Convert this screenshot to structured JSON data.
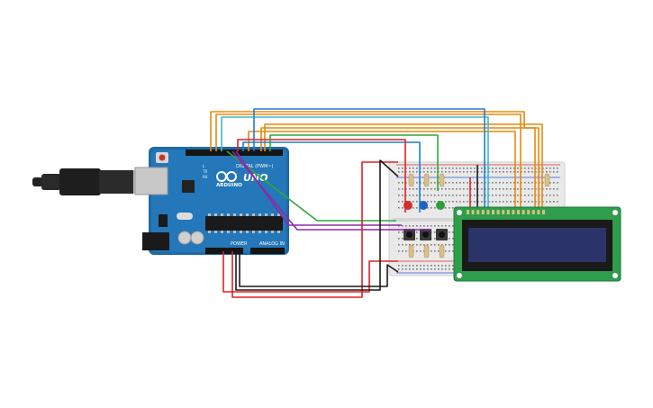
{
  "arduino": {
    "brand": "ARDUINO",
    "model": "UNO",
    "digital_header_label": "DIGITAL (PWM~)",
    "power_header_label": "POWER",
    "analog_header_label": "ANALOG IN",
    "tx_label": "TX",
    "rx_label": "RX",
    "l_label": "L"
  },
  "components": {
    "leds": [
      {
        "color_name": "red",
        "color": "#d32f2f"
      },
      {
        "color_name": "blue",
        "color": "#1e63c7"
      },
      {
        "color_name": "green",
        "color": "#2e9d3a"
      }
    ],
    "pushbutton_count": 3,
    "lcd": {
      "type": "16x2 LCD",
      "pcb_color": "#2e9d4c",
      "screen_color": "#2a3468"
    }
  },
  "wire_colors": {
    "orange": "#e8880c",
    "cyan": "#3fb6d8",
    "red": "#e02020",
    "black": "#1a1a1a",
    "green": "#2fa83a",
    "purple": "#8d2aa8",
    "blue": "#1f7fd1"
  }
}
